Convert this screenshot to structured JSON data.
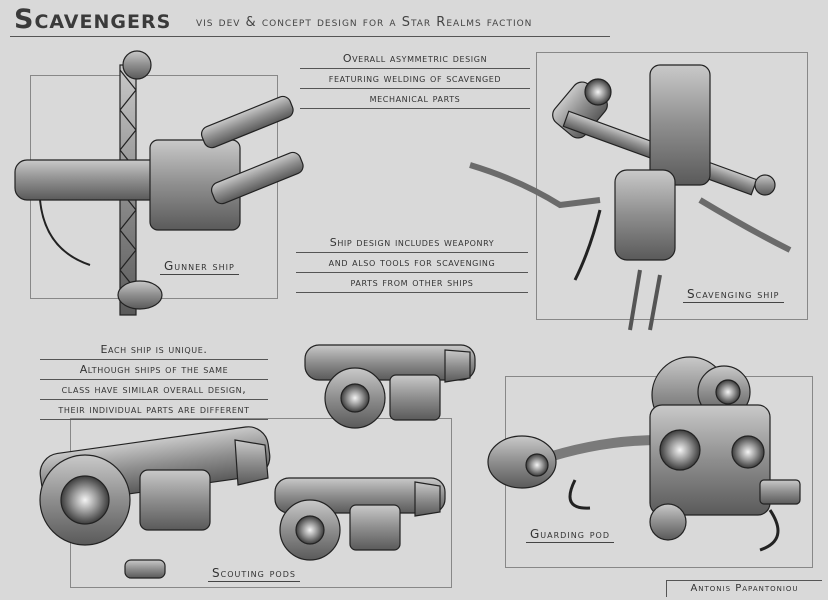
{
  "title": "Scavengers",
  "subtitle": "vis dev & concept design for a Star Realms faction",
  "notes": {
    "asymmetric": [
      "Overall asymmetric design",
      "featuring welding of scavenged",
      "mechanical parts"
    ],
    "weaponry": [
      "Ship design includes weaponry",
      "and also tools for scavenging",
      "parts from other ships"
    ],
    "unique": [
      "Each ship is unique.",
      "Although ships of the same",
      "class have similar overall design,",
      "their individual parts are different"
    ]
  },
  "labels": {
    "gunner": "Gunner ship",
    "scavenging": "Scavenging ship",
    "scouting": "Scouting pods",
    "guarding": "Guarding pod"
  },
  "signature": "Antonis Papantoniou",
  "colors": {
    "background": "#d9d9d9",
    "ink": "#2a2a2a",
    "metal": "#8e8e8e"
  }
}
